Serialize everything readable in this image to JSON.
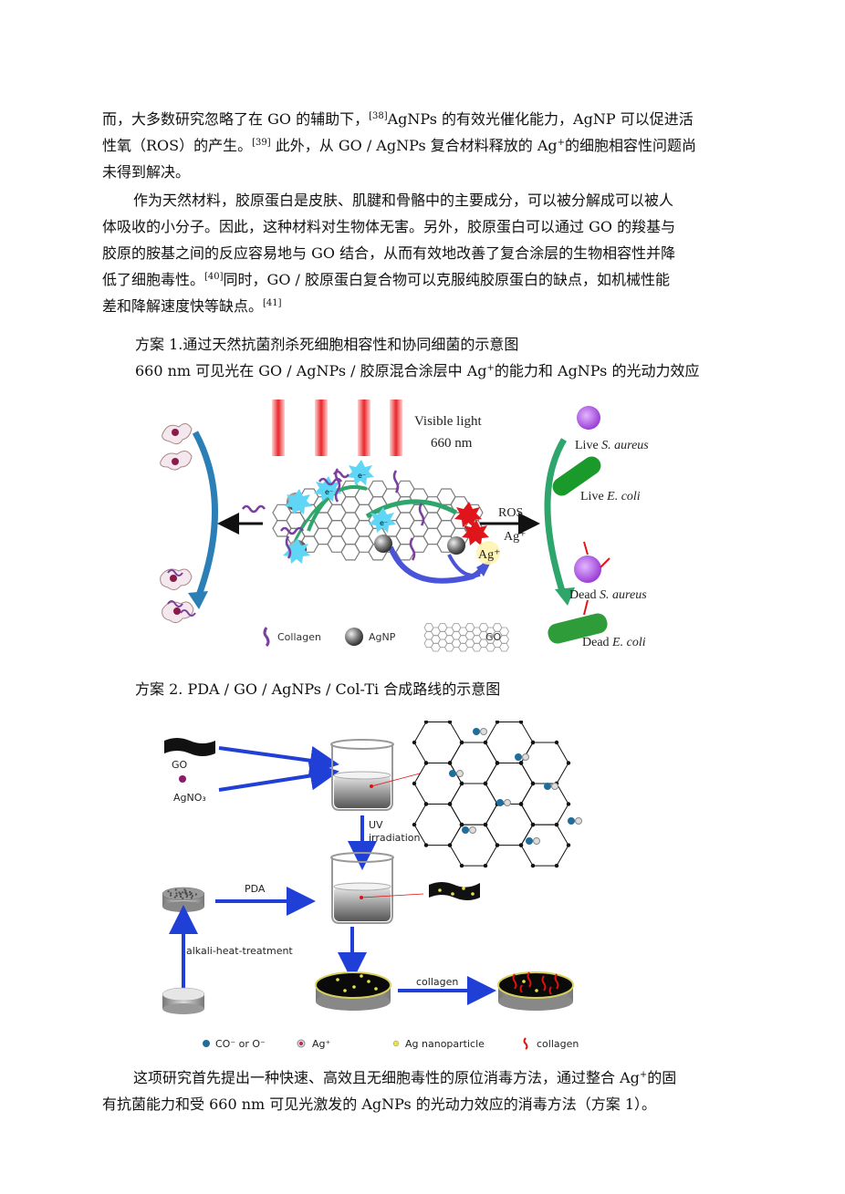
{
  "paragraphs": {
    "p1": {
      "l1a": "而，大多数研究忽略了在 GO 的辅助下，",
      "l1ref": "[38]",
      "l1b": "AgNPs 的有效光催化能力，AgNP 可以促进活",
      "l2a": "性氧（ROS）的产生。",
      "l2ref": "[39]",
      "l2b": " 此外，从 GO / AgNPs 复合材料释放的 Ag",
      "l2sup": "+",
      "l2c": "的细胞相容性问题尚",
      "l3": "未得到解决。"
    },
    "p2": {
      "l1": "作为天然材料，胶原蛋白是皮肤、肌腱和骨骼中的主要成分，可以被分解成可以被人",
      "l2": "体吸收的小分子。因此，这种材料对生物体无害。另外，胶原蛋白可以通过 GO 的羧基与",
      "l3": "胶原的胺基之间的反应容易地与 GO 结合，从而有效地改善了复合涂层的生物相容性并降",
      "l4a": "低了细胞毒性。",
      "l4ref": "[40]",
      "l4b": "同时，GO / 胶原蛋白复合物可以克服纯胶原蛋白的缺点，如机械性能",
      "l5a": "差和降解速度快等缺点。",
      "l5ref": "[41]"
    },
    "p3": {
      "l1a": "这项研究首先提出一种快速、高效且无细胞毒性的原位消毒方法，通过整合 Ag",
      "l1sup": "+",
      "l1b": "的固",
      "l2": "有抗菌能力和受 660 nm 可见光激发的 AgNPs 的光动力效应的消毒方法（方案 1）。"
    }
  },
  "captions": {
    "scheme1_line1": "方案 1.通过天然抗菌剂杀死细胞相容性和协同细菌的示意图",
    "scheme1_line2a": "660 nm 可见光在 GO / AgNPs / 胶原混合涂层中 Ag",
    "scheme1_line2sup": "+",
    "scheme1_line2b": "的能力和 AgNPs 的光动力效应",
    "scheme2": "方案 2. PDA / GO / AgNPs / Col-Ti 合成路线的示意图"
  },
  "figure1": {
    "visible_light": "Visible light",
    "wavelength": "660 nm",
    "ros": "ROS",
    "ag_plus": "Ag⁺",
    "ag_label": "Ag⁺",
    "e_minus": "e⁻",
    "live_word": "Live",
    "dead_word": "Dead",
    "s_aureus": "S. aureus",
    "e_coli": "E. coli",
    "legend_collagen": "Collagen",
    "legend_agnp": "AgNP",
    "legend_go": "GO",
    "colors": {
      "red_light": "#e8262b",
      "arrow_blue": "#2b7fb6",
      "arrow_green": "#2ea56b",
      "collagen": "#7a3fa0",
      "live_green": "#1a9a2a",
      "purple": "#b46ee0"
    }
  },
  "figure2": {
    "go": "GO",
    "agno3": "AgNO₃",
    "uv": "UV",
    "irradiation": "irradiation",
    "pda": "PDA",
    "alkali": "alkali-heat-treatment",
    "collagen_step": "collagen",
    "legend_co": "CO⁻ or O⁻",
    "legend_ag": "Ag⁺",
    "legend_agnp": "Ag nanoparticle",
    "legend_collagen": "collagen",
    "colors": {
      "arrow": "#1f3fd6",
      "dot_blue": "#1f6d9a",
      "dot_yellow": "#e8e24a",
      "collagen_red": "#e01010"
    }
  }
}
